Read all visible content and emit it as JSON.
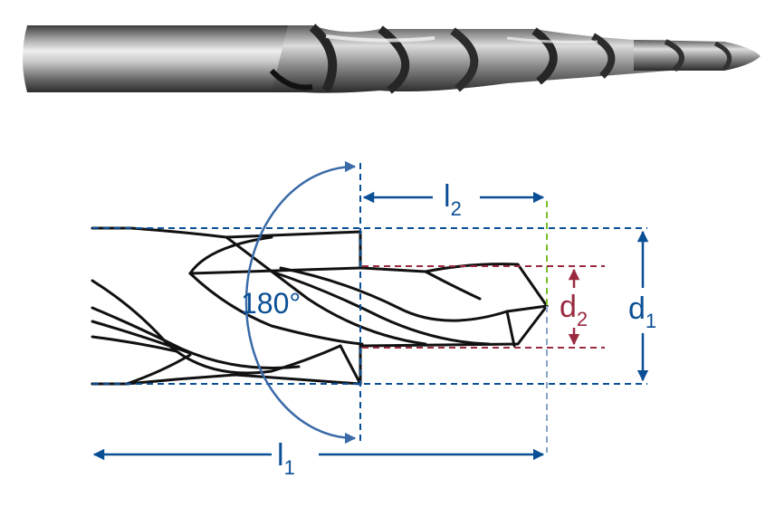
{
  "labels": {
    "angle": "180°",
    "l1_main": "l",
    "l1_sub": "1",
    "l2_main": "l",
    "l2_sub": "2",
    "d1_main": "d",
    "d1_sub": "1",
    "d2_main": "d",
    "d2_sub": "2"
  },
  "colors": {
    "blue": "#0a4f95",
    "arc_blue": "#3a6aa8",
    "maroon": "#9a2a40",
    "green": "#7cbf2a",
    "line": "#111111"
  },
  "icons": {
    "photo": "step-drill-bit-photo"
  }
}
